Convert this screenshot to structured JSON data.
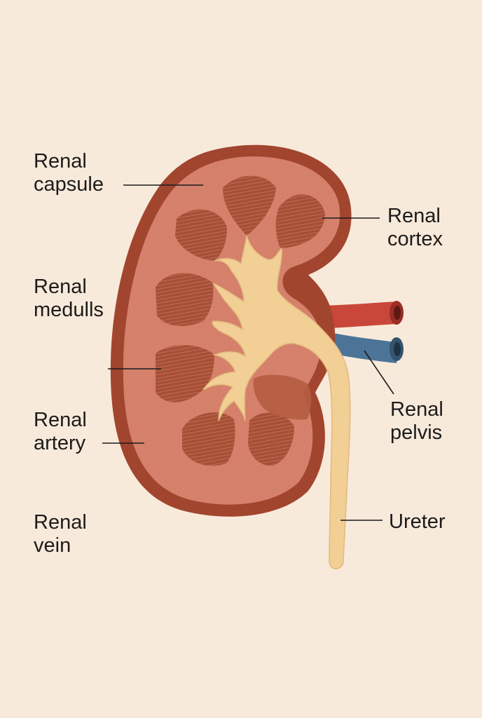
{
  "labels": {
    "renal_capsule": "Renal\ncapsule",
    "renal_medulla": "Renal\nmedulls",
    "renal_artery": "Renal\nartery",
    "renal_vein": "Renal\nvein",
    "renal_cortex": "Renal\ncortex",
    "renal_pelvis": "Renal\npelvis",
    "ureter": "Ureter"
  },
  "colors": {
    "background": "#f8eadb",
    "capsule": "#a2452f",
    "cortex": "#d5816c",
    "pyramid": "#a75038",
    "pyramid_stripe": "#d9876a",
    "pelvis": "#f1cf95",
    "artery": "#c9473a",
    "vein": "#4c7497",
    "leader_line": "#1c1b1a"
  }
}
